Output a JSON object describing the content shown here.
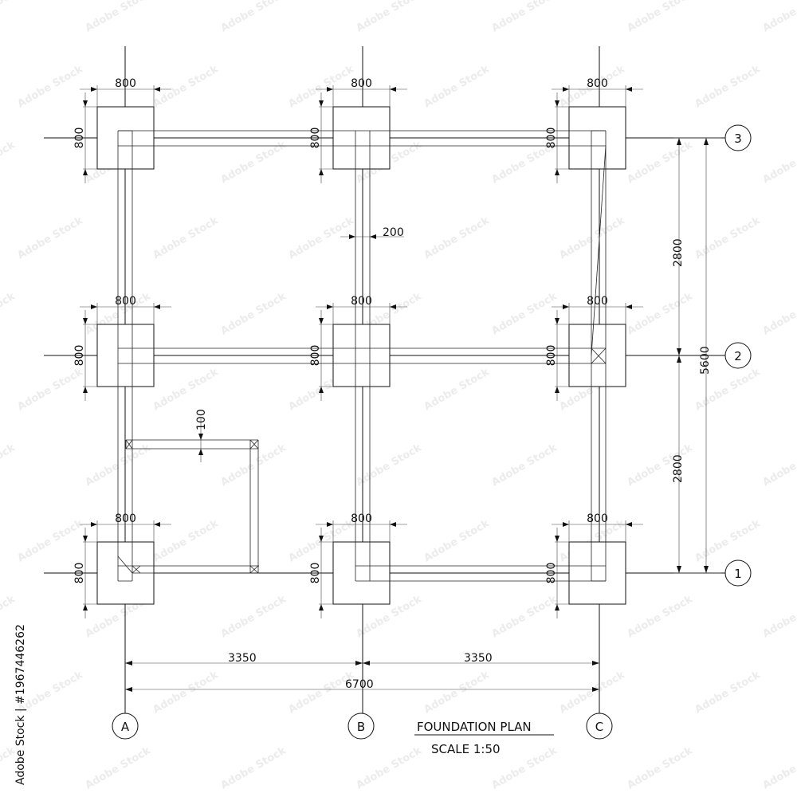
{
  "title": "FOUNDATION PLAN",
  "scale": "SCALE   1:50",
  "grid_columns": [
    "A",
    "B",
    "C"
  ],
  "grid_rows": [
    "3",
    "2",
    "1"
  ],
  "footing_size": "800",
  "beam_width": "200",
  "inner_wall": "100",
  "span_x": "3350",
  "total_x": "6700",
  "span_y": "2800",
  "total_y": "5600",
  "stock_id": "Adobe Stock | #1967446262",
  "watermark": "Adobe Stock",
  "colors": {
    "line": "#111111",
    "background": "#ffffff"
  }
}
